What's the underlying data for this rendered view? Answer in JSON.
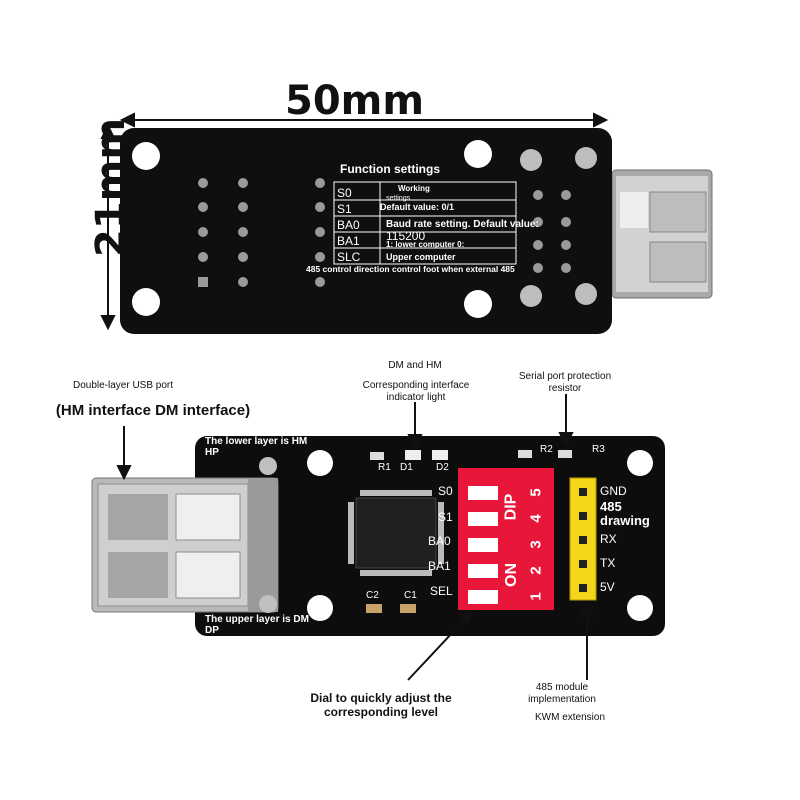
{
  "dimensions": {
    "width_label": "50mm",
    "height_label": "21mm"
  },
  "back_board": {
    "function_settings_title": "Function settings",
    "pin_labels": [
      "S0",
      "S1",
      "BA0",
      "BA1",
      "SLC"
    ],
    "working_label": "Working",
    "settings_label": "settings",
    "default_value_label": "Default value: 0/1",
    "baud_setting_label": "Baud rate setting. Default value:",
    "baud_value": "115200",
    "lower_computer_label": "1: lower computer 0:",
    "upper_computer_label": "Upper computer",
    "direction_note": "485 control direction control foot when external 485"
  },
  "front_board": {
    "usb_port_label": "Double-layer USB port",
    "interface_label": "(HM interface DM interface)",
    "lower_layer_label": "The lower layer is HM HP",
    "upper_layer_label": "The upper layer is DM DP",
    "led_callout_title": "DM and HM",
    "led_callout_sub": "Corresponding interface indicator light",
    "resistor_callout": "Serial port protection resistor",
    "dip_callout": "Dial to quickly adjust the corresponding level",
    "module_callout": "485 module implementation",
    "kwm_callout": "KWM extension",
    "silkscreen": {
      "switch_labels": [
        "S0",
        "S1",
        "BA0",
        "BA1",
        "SEL"
      ],
      "dip_text": "DIP",
      "on_text": "ON",
      "dip_numbers": [
        "5",
        "4",
        "3",
        "2",
        "1"
      ],
      "header_labels": [
        "GND",
        "RX",
        "TX",
        "5V"
      ],
      "header_title": "485 drawing",
      "components": [
        "R1",
        "D1",
        "D2",
        "R2",
        "R3",
        "C2",
        "C1"
      ]
    }
  },
  "colors": {
    "pcb": "#0d0d0d",
    "dip": "#e8173a",
    "header": "#f3d51a",
    "metal": "#b8b8b8"
  }
}
